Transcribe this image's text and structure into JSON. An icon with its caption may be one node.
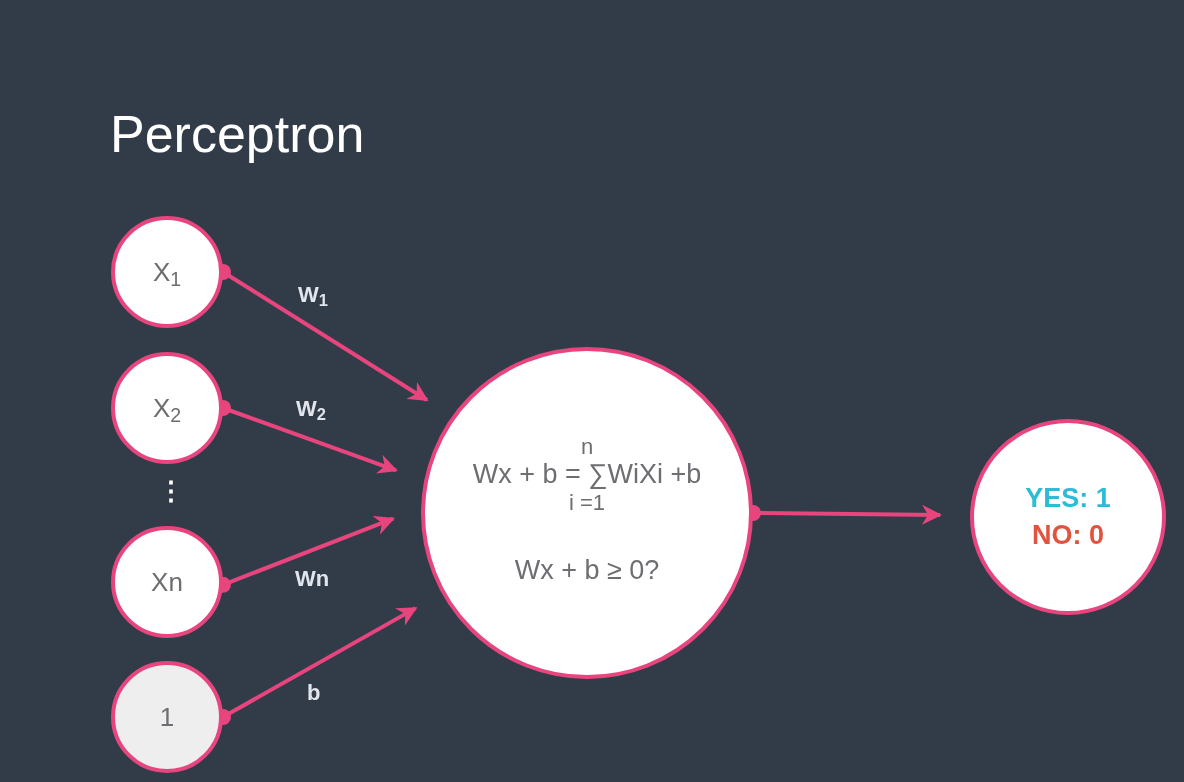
{
  "diagram": {
    "title": "Perceptron",
    "nodes": [
      {
        "text": [
          "X$_{1}$"
        ]
      },
      {
        "text": [
          "X$_{2}$"
        ]
      },
      {
        "text": [
          "Xn"
        ]
      },
      {
        "text": [
          "1"
        ]
      },
      {
        "text": [
          "n",
          "Wx + b = ∑WiXi +b",
          "i =1",
          "Wx + b ≥ 0?"
        ]
      },
      {
        "text": [
          "YES: 1",
          "NO: 0"
        ]
      }
    ],
    "edges": [
      {
        "from": 0,
        "to": 4,
        "arrow": "to",
        "label": "W$_{1}$"
      },
      {
        "from": 1,
        "to": 4,
        "arrow": "to",
        "label": "W$_{2}$"
      },
      {
        "from": 2,
        "to": 4,
        "arrow": "to",
        "label": "Wn"
      },
      {
        "from": 3,
        "to": 4,
        "arrow": "to",
        "label": "b"
      },
      {
        "from": 4,
        "to": 5,
        "arrow": "to"
      }
    ],
    "labels": [
      "⋮"
    ]
  }
}
